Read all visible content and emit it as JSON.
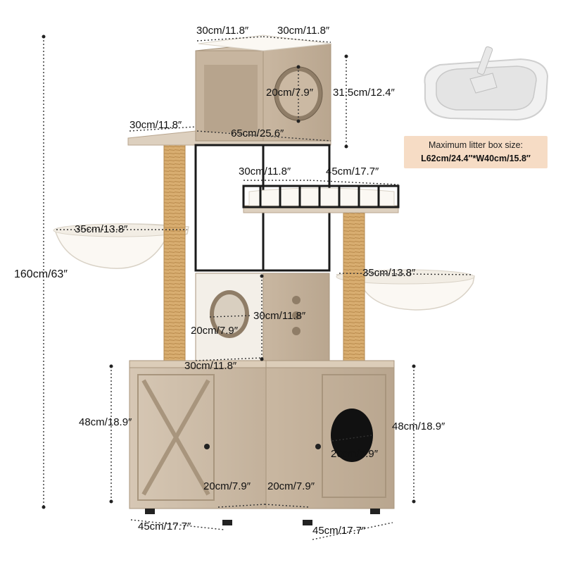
{
  "dimensions": {
    "top_width": "30cm/11.8″",
    "top_depth": "30cm/11.8″",
    "top_hole": "20cm/7.9″",
    "top_height": "31.5cm/12.4″",
    "left_platform": "30cm/11.8″",
    "mid_span": "65cm/25.6″",
    "shelf_width": "30cm/11.8″",
    "shelf_length": "45cm/17.7″",
    "left_hammock": "35cm/13.8″",
    "right_hammock": "35cm/13.8″",
    "total_height": "160cm/63″",
    "condo_depth": "30cm/11.8″",
    "condo_hole": "20cm/7.9″",
    "condo_width": "30cm/11.8″",
    "left_cabinet_height": "48cm/18.9″",
    "right_cabinet_height": "48cm/18.9″",
    "right_cabinet_hole": "20cm/7.9″",
    "inner_left": "20cm/7.9″",
    "inner_right": "20cm/7.9″",
    "bottom_left": "45cm/17.7″",
    "bottom_right": "45cm/17.7″"
  },
  "litter_note": {
    "line1": "Maximum litter box size:",
    "line2": "L62cm/24.4″*W40cm/15.8″"
  },
  "colors": {
    "wood": "#cdbca8",
    "wood_dark": "#b8a690",
    "frame": "#1a1a1a",
    "sisal": "#d4a86c",
    "fabric": "#faf7f2",
    "note_bg": "#f6dcc5"
  }
}
